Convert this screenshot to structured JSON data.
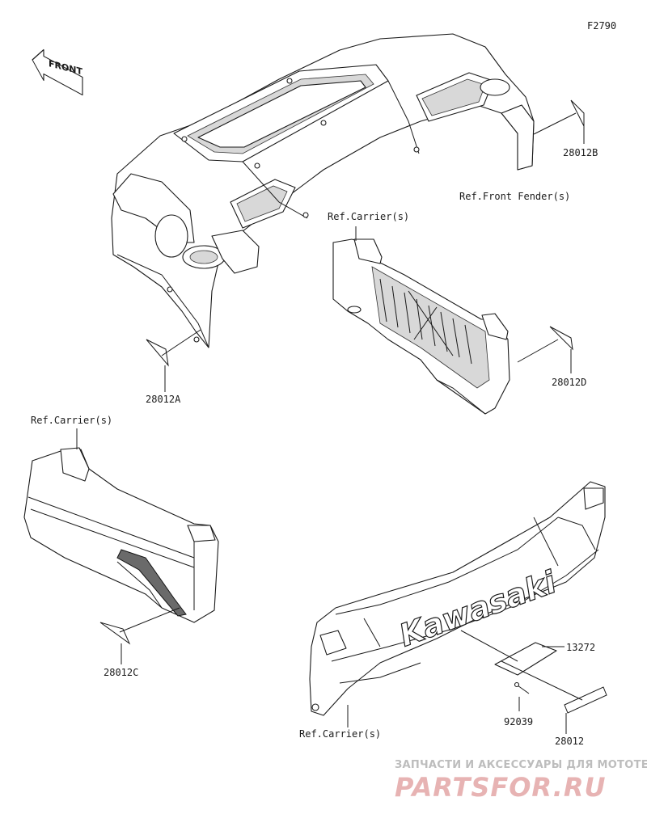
{
  "diagram": {
    "figure_code": "F2790",
    "direction_label": "FRONT",
    "labels": {
      "part_28012A": "28012A",
      "part_28012B": "28012B",
      "part_28012C": "28012C",
      "part_28012D": "28012D",
      "part_13272": "13272",
      "part_92039": "92039",
      "part_28012": "28012",
      "ref_front_fender": "Ref.Front Fender(s)",
      "ref_carrier_1": "Ref.Carrier(s)",
      "ref_carrier_2": "Ref.Carrier(s)",
      "ref_carrier_3": "Ref.Carrier(s)"
    },
    "logo_text": "Kawasaki"
  },
  "watermark": {
    "tagline": "ЗАПЧАСТИ И АКСЕССУАРЫ ДЛЯ МОТОТЕХНИКИ",
    "brand": "PARTSFOR.RU",
    "brand_color": "#e7b3b3",
    "tagline_color": "#bdbdbd"
  }
}
